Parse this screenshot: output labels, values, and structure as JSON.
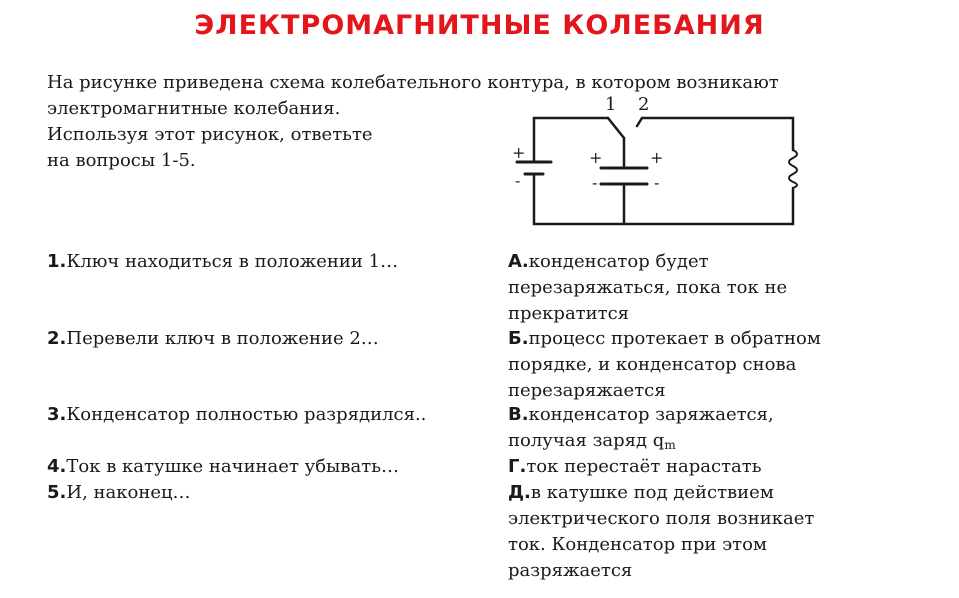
{
  "title": "ЭЛЕКТРОМАГНИТНЫЕ КОЛЕБАНИЯ",
  "intro": [
    "На рисунке приведена схема колебательного контура, в котором возникают",
    "электромагнитные колебания.",
    "Используя этот рисунок, ответьте",
    "на вопросы 1-5."
  ],
  "circuit": {
    "switch_labels": [
      "1",
      "2"
    ],
    "plus": "+",
    "minus": "-"
  },
  "questions": [
    {
      "num": "1.",
      "text": "Ключ находиться в положении 1…"
    },
    {
      "num": "2.",
      "text": "Перевели ключ в положение 2…"
    },
    {
      "num": "3.",
      "text": "Конденсатор полностью разрядился.."
    },
    {
      "num": "4.",
      "text": "Ток в катушке начинает убывать…"
    },
    {
      "num": "5.",
      "text": "И, наконец…"
    }
  ],
  "answers": [
    {
      "letter": "А.",
      "lines": [
        "конденсатор будет",
        "перезаряжаться, пока ток не",
        "прекратится"
      ]
    },
    {
      "letter": "Б.",
      "lines": [
        "процесс протекает в обратном",
        "порядке, и конденсатор снова",
        "перезаряжается"
      ]
    },
    {
      "letter": "В.",
      "lines": [
        "конденсатор заряжается,",
        "получая заряд q"
      ],
      "subscript": "m"
    },
    {
      "letter": "Г.",
      "lines": [
        "ток перестаёт нарастать"
      ]
    },
    {
      "letter": "Д.",
      "lines": [
        "в катушке под действием",
        "электрического поля возникает",
        "ток. Конденсатор при этом",
        "разряжается"
      ]
    }
  ]
}
